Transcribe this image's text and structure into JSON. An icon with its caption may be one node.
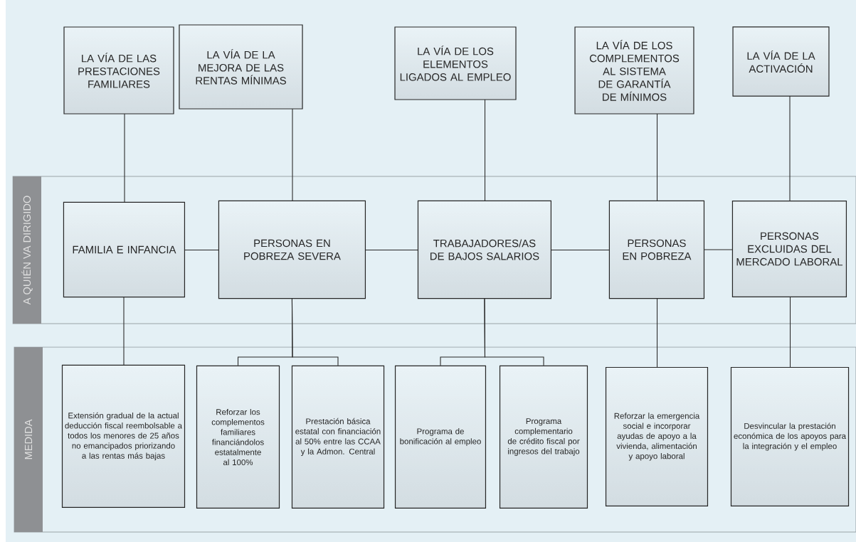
{
  "diagram": {
    "nodes": [
      {
        "text": [
          "LA VÍA DE LAS PRESTACIONES FAMILIARES"
        ]
      },
      {
        "text": [
          "LA VÍA DE LA MEJORA DE LAS RENTAS MÍNIMAS"
        ]
      },
      {
        "text": [
          "LA VÍA DE LOS ELEMENTOS LIGADOS AL EMPLEO"
        ]
      },
      {
        "text": [
          "LA VÍA DE LOS COMPLEMENTOS AL SISTEMA DE GARANTÍA DE MÍNIMOS"
        ]
      },
      {
        "text": [
          "LA VÍA DE LA ACTIVACIÓN"
        ]
      },
      {
        "text": [
          "A QUIÉN VA DIRIGIDO"
        ]
      },
      {
        "text": [
          "FAMILIA E INFANCIA"
        ],
        "in": 5
      },
      {
        "text": [
          "PERSONAS EN POBREZA SEVERA"
        ],
        "in": 5
      },
      {
        "text": [
          "TRABAJADORES/AS DE BAJOS SALARIOS"
        ],
        "in": 5
      },
      {
        "text": [
          "PERSONAS EN POBREZA"
        ],
        "in": 5
      },
      {
        "text": [
          "PERSONAS EXCLUIDAS DEL MERCADO LABORAL"
        ],
        "in": 5
      },
      {
        "text": [
          "MEDIDA"
        ]
      },
      {
        "text": [
          "Extensión gradual de la actual deducción fiscal reembolsable a todos los menores de 25 años no emancipados priorizando a las rentas más bajas"
        ],
        "in": 11
      },
      {
        "text": [
          "Reforzar los complementos familiares financiándolos estatalmente al 100%"
        ],
        "in": 11
      },
      {
        "text": [
          "Prestación básica estatal con financiación al 50% entre las CCAA y la Admon. Central"
        ],
        "in": 11
      },
      {
        "text": [
          "Programa de bonificación al empleo"
        ],
        "in": 11
      },
      {
        "text": [
          "Programa complementario de crédito fiscal por ingresos del trabajo"
        ],
        "in": 11
      },
      {
        "text": [
          "Reforzar la emergencia social e incorporar ayudas de apoyo a la vivienda, alimentación y apoyo laboral"
        ],
        "in": 11
      },
      {
        "text": [
          "Desvincular la prestación económica de los apoyos para la integración y el empleo"
        ],
        "in": 11
      }
    ],
    "edges": [
      {
        "from": 0,
        "to": 6,
        "arrow": "none"
      },
      {
        "from": 1,
        "to": 7,
        "arrow": "none"
      },
      {
        "from": 2,
        "to": 8,
        "arrow": "none"
      },
      {
        "from": 3,
        "to": 9,
        "arrow": "none"
      },
      {
        "from": 4,
        "to": 10,
        "arrow": "none"
      },
      {
        "from": 6,
        "to": 7,
        "arrow": "none"
      },
      {
        "from": 7,
        "to": 8,
        "arrow": "none"
      },
      {
        "from": 8,
        "to": 9,
        "arrow": "none"
      },
      {
        "from": 9,
        "to": 10,
        "arrow": "none"
      },
      {
        "from": 6,
        "to": 12,
        "arrow": "none"
      },
      {
        "from": 7,
        "to": 13,
        "arrow": "none"
      },
      {
        "from": 7,
        "to": 14,
        "arrow": "none"
      },
      {
        "from": 8,
        "to": 15,
        "arrow": "none"
      },
      {
        "from": 8,
        "to": 16,
        "arrow": "none"
      },
      {
        "from": 9,
        "to": 17,
        "arrow": "none"
      },
      {
        "from": 10,
        "to": 18,
        "arrow": "none"
      }
    ]
  }
}
